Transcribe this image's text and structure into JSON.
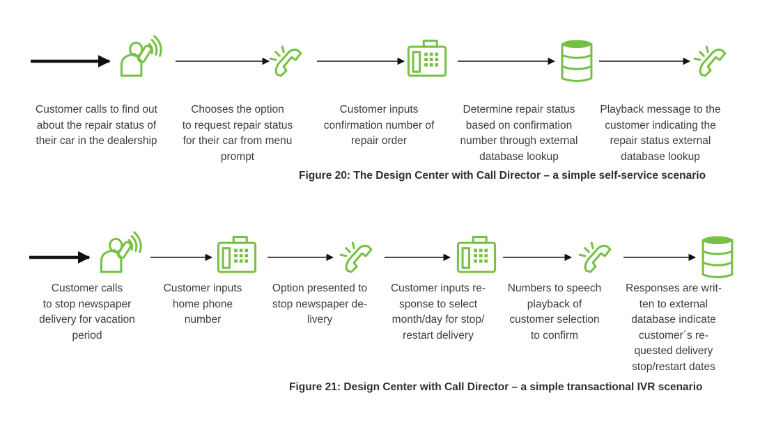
{
  "colors": {
    "accent": "#76c043",
    "arrow": "#111111",
    "text": "#3c3c3c"
  },
  "figures": [
    {
      "caption": "Figure 20: The Design Center with Call Director – a simple self-service scenario",
      "steps": [
        {
          "icon": "caller-icon",
          "text": "Customer calls to find out\nabout the repair status of\ntheir car in the dealership"
        },
        {
          "icon": "phone-ringing-icon",
          "text": "Chooses the option\nto request repair status\nfor their car from menu\nprompt"
        },
        {
          "icon": "phone-keypad-icon",
          "text": "Customer inputs\nconfirmation number of\nrepair order"
        },
        {
          "icon": "database-icon",
          "text": "Determine repair status\nbased on confirmation\nnumber through external\ndatabase lookup"
        },
        {
          "icon": "phone-ringing-icon",
          "text": "Playback message to the\ncustomer indicating the\nrepair status external\ndatabase lookup"
        }
      ]
    },
    {
      "caption": "Figure 21: Design Center with Call Director – a simple transactional IVR scenario",
      "steps": [
        {
          "icon": "caller-icon",
          "text": "Customer calls\nto stop newspaper\ndelivery for vacation\nperiod"
        },
        {
          "icon": "phone-keypad-icon",
          "text": "Customer inputs\nhome phone\nnumber"
        },
        {
          "icon": "phone-ringing-icon",
          "text": "Option presented to\nstop newspaper de-\nlivery"
        },
        {
          "icon": "phone-keypad-icon",
          "text": "Customer inputs re-\nsponse to select\nmonth/day for stop/\nrestart delivery"
        },
        {
          "icon": "phone-ringing-icon",
          "text": "Numbers to speech\nplayback of\ncustomer selection\nto confirm"
        },
        {
          "icon": "database-icon",
          "text": "Responses are writ-\nten to external\ndatabase indicate\ncustomer´s re-\nquested delivery\nstop/restart dates"
        }
      ]
    }
  ]
}
